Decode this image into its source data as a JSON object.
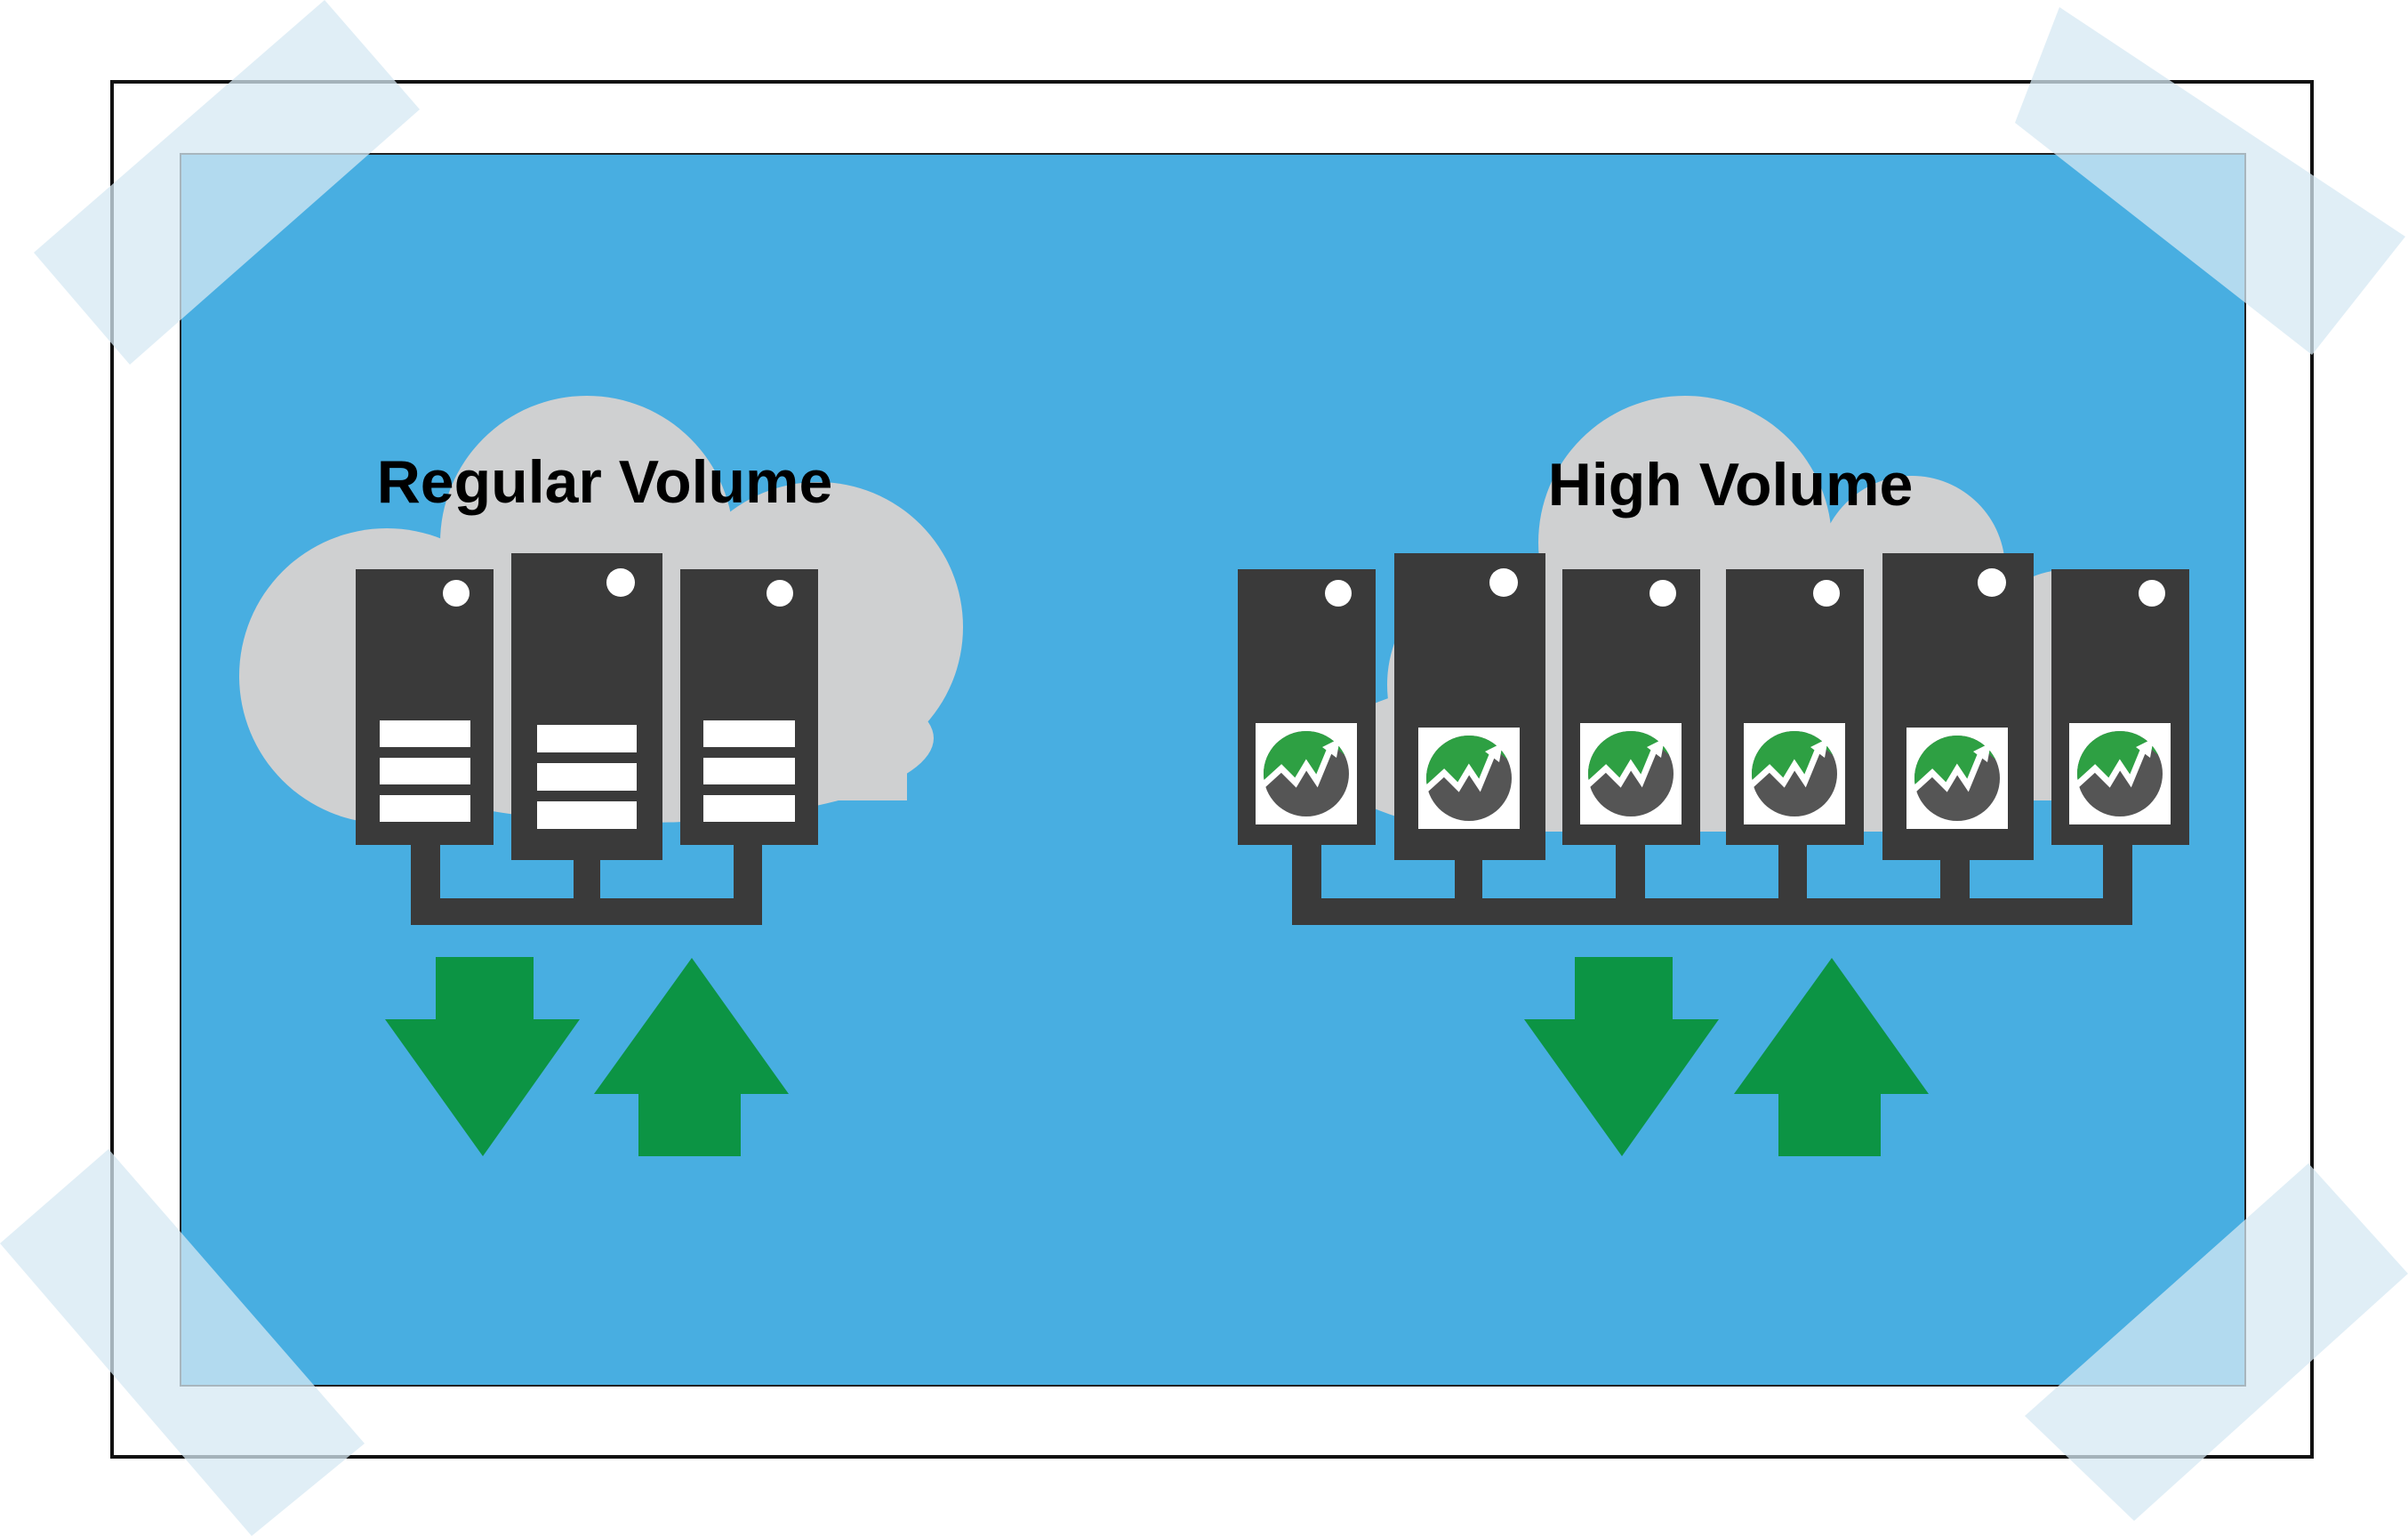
{
  "regular": {
    "title": "Regular Volume",
    "server_count": 3,
    "server_marker": "drive-bays-icon"
  },
  "high": {
    "title": "High Volume",
    "server_count": 6,
    "server_marker": "growth-chart-logo"
  },
  "arrows": {
    "download_icon": "arrow-down-icon",
    "upload_icon": "arrow-up-icon"
  },
  "colors": {
    "background": "#48aee1",
    "server": "#3a3a3a",
    "cloud": "#cfd0d1",
    "arrow": "#0c9444",
    "tape": "#d6e8f3",
    "logo_green": "#2ea043",
    "logo_gray": "#555555"
  }
}
